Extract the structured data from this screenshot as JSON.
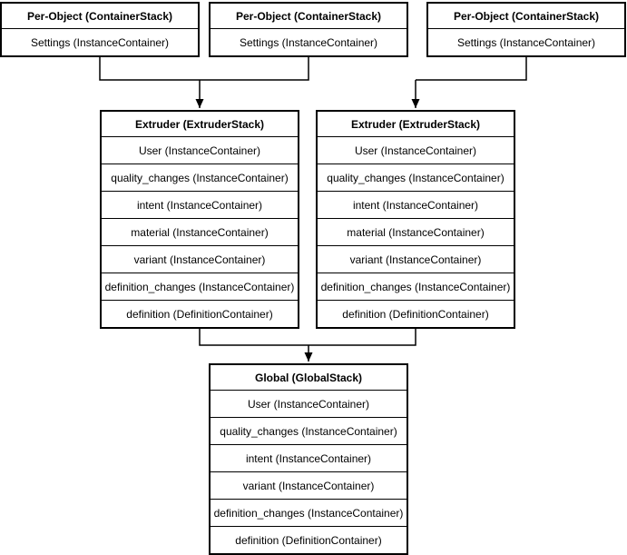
{
  "colors": {
    "background": "#ffffff",
    "box_fill": "#ffffff",
    "line": "#000000",
    "text": "#000000"
  },
  "diagram": {
    "per_object_stacks": [
      {
        "title": "Per-Object (ContainerStack)",
        "rows": [
          "Settings (InstanceContainer)"
        ]
      },
      {
        "title": "Per-Object (ContainerStack)",
        "rows": [
          "Settings (InstanceContainer)"
        ]
      },
      {
        "title": "Per-Object (ContainerStack)",
        "rows": [
          "Settings (InstanceContainer)"
        ]
      }
    ],
    "extruder_stacks": [
      {
        "title": "Extruder (ExtruderStack)",
        "rows": [
          "User (InstanceContainer)",
          "quality_changes (InstanceContainer)",
          "intent (InstanceContainer)",
          "material (InstanceContainer)",
          "variant (InstanceContainer)",
          "definition_changes (InstanceContainer)",
          "definition (DefinitionContainer)"
        ]
      },
      {
        "title": "Extruder (ExtruderStack)",
        "rows": [
          "User (InstanceContainer)",
          "quality_changes (InstanceContainer)",
          "intent (InstanceContainer)",
          "material (InstanceContainer)",
          "variant (InstanceContainer)",
          "definition_changes (InstanceContainer)",
          "definition (DefinitionContainer)"
        ]
      }
    ],
    "global_stack": {
      "title": "Global (GlobalStack)",
      "rows": [
        "User (InstanceContainer)",
        "quality_changes (InstanceContainer)",
        "intent (InstanceContainer)",
        "variant (InstanceContainer)",
        "definition_changes (InstanceContainer)",
        "definition (DefinitionContainer)"
      ]
    }
  }
}
